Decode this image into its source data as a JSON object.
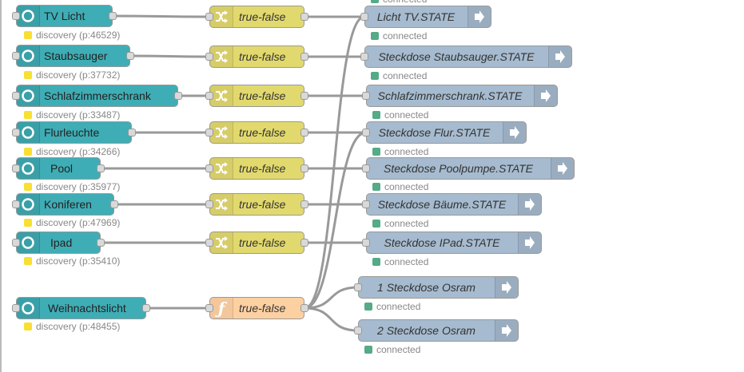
{
  "theme": {
    "input_color": "#3FADB5",
    "switch_color": "#E2D96E",
    "function_color": "#FDD0A2",
    "output_color": "#a6bbcf",
    "wire_color": "#999999",
    "status_yellow": "#F9DF31",
    "status_green": "#55AA88"
  },
  "inputs": [
    {
      "label": "TV Licht",
      "status": "discovery (p:46529)",
      "icon": "alexa-ring-icon"
    },
    {
      "label": "Staubsauger",
      "status": "discovery (p:37732)",
      "icon": "alexa-ring-icon"
    },
    {
      "label": "Schlafzimmerschrank",
      "status": "discovery (p:33487)",
      "icon": "alexa-ring-icon"
    },
    {
      "label": "Flurleuchte",
      "status": "discovery (p:34266)",
      "icon": "alexa-ring-icon"
    },
    {
      "label": "Pool",
      "status": "discovery (p:35977)",
      "icon": "alexa-ring-icon"
    },
    {
      "label": "Koniferen",
      "status": "discovery (p:47969)",
      "icon": "alexa-ring-icon"
    },
    {
      "label": "Ipad",
      "status": "discovery (p:35410)",
      "icon": "alexa-ring-icon"
    },
    {
      "label": "Weihnachtslicht",
      "status": "discovery (p:48455)",
      "icon": "alexa-ring-icon"
    }
  ],
  "switches": [
    {
      "label": "true-false",
      "icon": "shuffle-icon"
    },
    {
      "label": "true-false",
      "icon": "shuffle-icon"
    },
    {
      "label": "true-false",
      "icon": "shuffle-icon"
    },
    {
      "label": "true-false",
      "icon": "shuffle-icon"
    },
    {
      "label": "true-false",
      "icon": "shuffle-icon"
    },
    {
      "label": "true-false",
      "icon": "shuffle-icon"
    },
    {
      "label": "true-false",
      "icon": "shuffle-icon"
    }
  ],
  "function_node": {
    "label": "true-false",
    "icon": "function-icon"
  },
  "outputs": [
    {
      "label": "Licht TV.STATE",
      "status": "connected",
      "icon": "arrow-right-icon"
    },
    {
      "label": "Steckdose Staubsauger.STATE",
      "status": "connected",
      "icon": "arrow-right-icon"
    },
    {
      "label": "Schlafzimmerschrank.STATE",
      "status": "connected",
      "icon": "arrow-right-icon"
    },
    {
      "label": "Steckdose Flur.STATE",
      "status": "connected",
      "icon": "arrow-right-icon"
    },
    {
      "label": "Steckdose Poolpumpe.STATE",
      "status": "connected",
      "icon": "arrow-right-icon"
    },
    {
      "label": "Steckdose Bäume.STATE",
      "status": "connected",
      "icon": "arrow-right-icon"
    },
    {
      "label": "Steckdose IPad.STATE",
      "status": "connected",
      "icon": "arrow-right-icon"
    },
    {
      "label": "1 Steckdose Osram",
      "status": "connected",
      "icon": "arrow-right-icon"
    },
    {
      "label": "2 Steckdose Osram",
      "status": "connected",
      "icon": "arrow-right-icon"
    }
  ],
  "top_status_fragment": "connected"
}
